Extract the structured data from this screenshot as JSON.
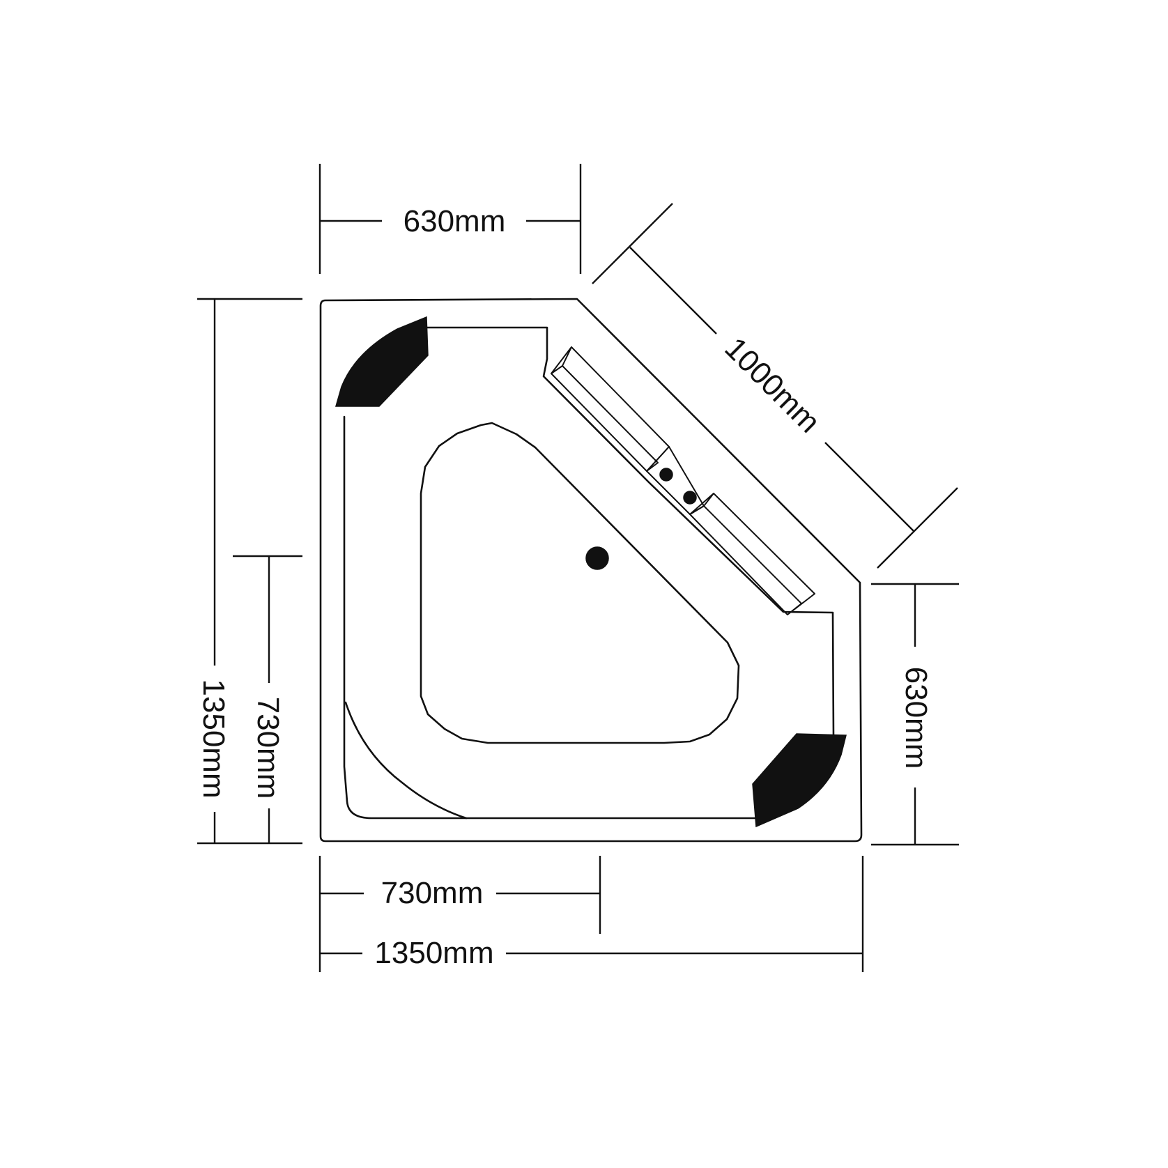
{
  "dimensions": {
    "top_width": "630mm",
    "diagonal": "1000mm",
    "right_height": "630mm",
    "left_total": "1350mm",
    "left_partial": "730mm",
    "bottom_partial": "730mm",
    "bottom_total": "1350mm"
  },
  "colors": {
    "line": "#111111",
    "fill": "#111111",
    "background": "#ffffff"
  }
}
